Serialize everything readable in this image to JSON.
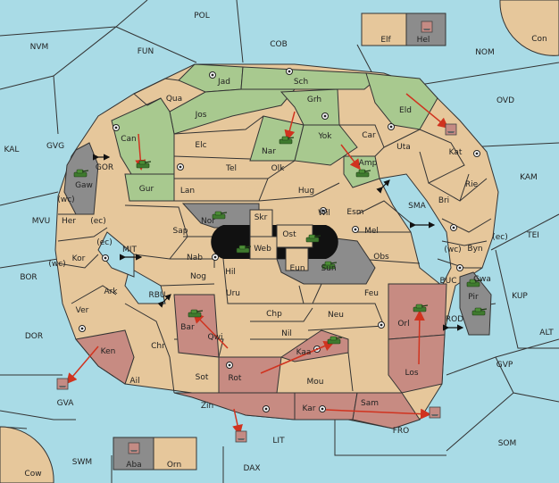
{
  "colors": {
    "sea": "#a9dbe6",
    "land": "#e6c79b",
    "green": "#a8c98f",
    "red": "#c78b82",
    "gray": "#8c8c8c",
    "border": "#333333",
    "arrow": "#d0331f"
  },
  "seas": {
    "POL": "POL",
    "NVM": "NVM",
    "FUN": "FUN",
    "COB": "COB",
    "NOM": "NOM",
    "Con": "Con",
    "OVD": "OVD",
    "KAL": "KAL",
    "GVG": "GVG",
    "GOR": "GOR",
    "KAM": "KAM",
    "SMA": "SMA",
    "TEI": "TEI",
    "MVU": "MVU",
    "MIT": "MIT",
    "BOR": "BOR",
    "RBU": "RBU",
    "BUC": "BUC",
    "KUP": "KUP",
    "ROD": "ROD",
    "DOR": "DOR",
    "ALT": "ALT",
    "GVP": "GVP",
    "GVA": "GVA",
    "FRO": "FRO",
    "SOM": "SOM",
    "LIT": "LIT",
    "SWM": "SWM",
    "DAX": "DAX",
    "Cow": "Cow"
  },
  "lands": {
    "Elf": "Elf",
    "Hel": "Hel",
    "Jad": "Jad",
    "Sch": "Sch",
    "Qua": "Qua",
    "Jos": "Jos",
    "Grh": "Grh",
    "Eld": "Eld",
    "Can": "Can",
    "Nar": "Nar",
    "Yok": "Yok",
    "Car": "Car",
    "Uta": "Uta",
    "Kat": "Kat",
    "Elc": "Elc",
    "Amp": "Amp",
    "Tel": "Tel",
    "Olk": "Olk",
    "Gaw": "Gaw",
    "Gur": "Gur",
    "Lan": "Lan",
    "Hug": "Hug",
    "Rie": "Rie",
    "Bri": "Bri",
    "Wil": "Wil",
    "Esm": "Esm",
    "Nor": "Nor",
    "Skr": "Skr",
    "Her": "Her",
    "Ost": "Ost",
    "Sap": "Sap",
    "Mel": "Mel",
    "Byn": "Byn",
    "Web": "Web",
    "Kor": "Kor",
    "Nab": "Nab",
    "Obs": "Obs",
    "Eun": "Eun",
    "Gwa": "Gwa",
    "Sun": "Sun",
    "Hil": "Hil",
    "Nog": "Nog",
    "Pir": "Pir",
    "Ark": "Ark",
    "Uru": "Uru",
    "Feu": "Feu",
    "Chp": "Chp",
    "Orl": "Orl",
    "Ver": "Ver",
    "Bar": "Bar",
    "Neu": "Neu",
    "Qwi": "Qwi",
    "Nil": "Nil",
    "Ken": "Ken",
    "Chr": "Chr",
    "Kaa": "Kaa",
    "Rot": "Rot",
    "Los": "Los",
    "Ail": "Ail",
    "Sot": "Sot",
    "Mou": "Mou",
    "Zin": "Zin",
    "Kar": "Kar",
    "Sam": "Sam",
    "Aba": "Aba",
    "Orn": "Orn"
  },
  "coast_tags": {
    "wc1": "(wc)",
    "ec1": "(ec)",
    "ec2": "(ec)",
    "wc2": "(wc)",
    "wc3": "(wc)",
    "ec3": "(ec)"
  }
}
